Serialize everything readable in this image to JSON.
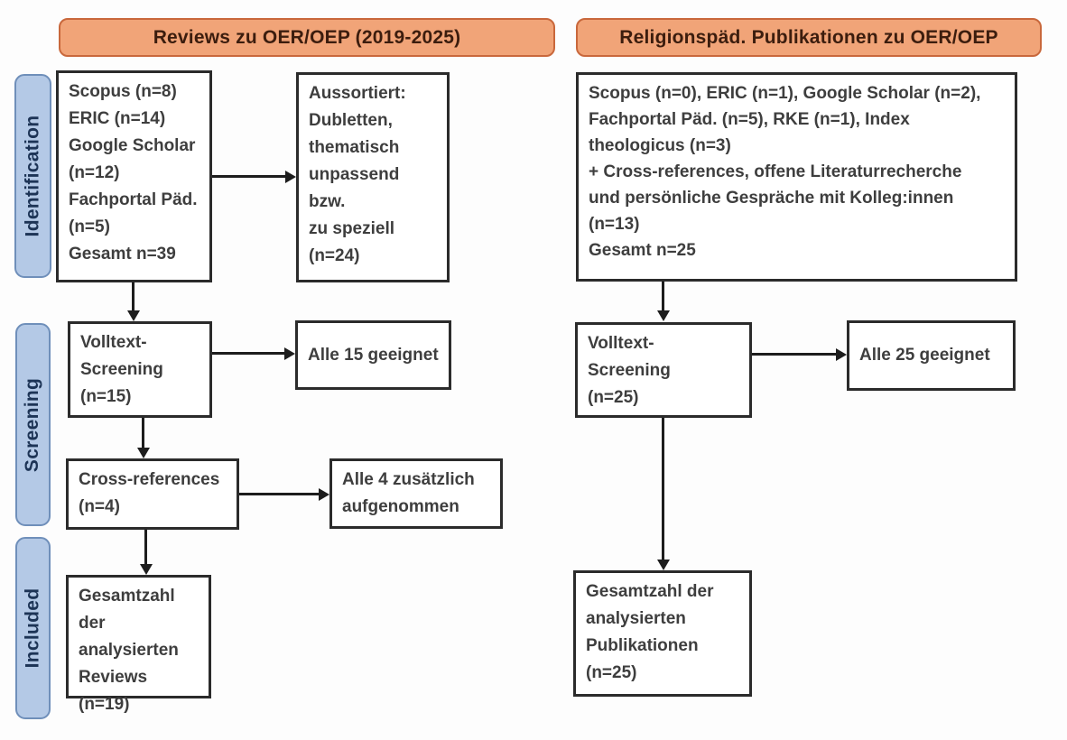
{
  "banners": {
    "left": "Reviews zu OER/OEP (2019-2025)",
    "right": "Religionspäd. Publikationen zu OER/OEP"
  },
  "stages": {
    "identification": "Identification",
    "screening": "Screening",
    "included": "Included"
  },
  "left_column": {
    "sources": "Scopus (n=8)\nERIC (n=14)\nGoogle Scholar\n(n=12)\nFachportal Päd.\n(n=5)\nGesamt n=39",
    "excluded": "Aussortiert:\nDubletten,\nthematisch\nunpassend bzw.\nzu speziell\n(n=24)",
    "fulltext": "Volltext-\nScreening\n(n=15)",
    "eligible": "Alle 15 geeignet",
    "crossref": "Cross-references\n(n=4)",
    "added": "Alle 4 zusätzlich\naufgenommen",
    "total": "Gesamtzahl der\nanalysierten\nReviews\n(n=19)"
  },
  "right_column": {
    "sources": "Scopus (n=0), ERIC (n=1), Google Scholar (n=2),\nFachportal Päd. (n=5), RKE (n=1), Index\ntheologicus (n=3)\n+ Cross-references, offene Literaturrecherche\nund persönliche Gespräche mit Kolleg:innen\n(n=13)\nGesamt n=25",
    "fulltext": "Volltext-\nScreening\n(n=25)",
    "eligible": "Alle 25 geeignet",
    "total": "Gesamtzahl der\nanalysierten\nPublikationen\n(n=25)"
  },
  "colors": {
    "banner_fill": "#f1a478",
    "banner_border": "#c9683c",
    "banner_text": "#3c1d0e",
    "stage_fill": "#b4c9e6",
    "stage_border": "#6f8fba",
    "stage_text": "#1d3456",
    "box_border": "#2b2b2b",
    "box_text": "#3e3e3e",
    "arrow": "#1d1d1d",
    "background": "#fdfdfd"
  }
}
